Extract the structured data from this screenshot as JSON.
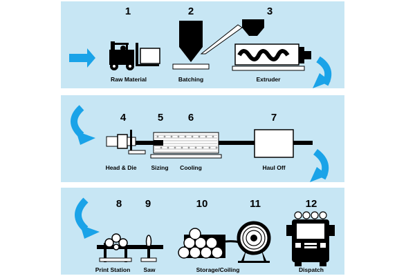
{
  "colors": {
    "panel_bg": "#c7e6f4",
    "arrow_blue": "#1aa3e8",
    "ink": "#000000"
  },
  "rows": [
    {
      "steps": [
        {
          "number": "1",
          "label": "Raw Material",
          "icon": "forklift-icon"
        },
        {
          "number": "2",
          "label": "Batching",
          "icon": "hopper-icon"
        },
        {
          "number": "3",
          "label": "Extruder",
          "icon": "extruder-icon"
        }
      ]
    },
    {
      "steps": [
        {
          "number": "4",
          "label": "Head & Die",
          "icon": "die-head-icon"
        },
        {
          "number": "5",
          "label": "Sizing",
          "icon": "sizing-icon"
        },
        {
          "number": "6",
          "label": "Cooling",
          "icon": "cooling-tank-icon"
        },
        {
          "number": "7",
          "label": "Haul Off",
          "icon": "haul-off-icon"
        }
      ]
    },
    {
      "steps": [
        {
          "number": "8",
          "label": "Print Station",
          "icon": "print-station-icon"
        },
        {
          "number": "9",
          "label": "Saw",
          "icon": "saw-icon"
        },
        {
          "number": "10",
          "label": "Storage/Coiling",
          "icon": "pipe-stack-icon"
        },
        {
          "number": "11",
          "label": "",
          "icon": "coil-reel-icon"
        },
        {
          "number": "12",
          "label": "Dispatch",
          "icon": "truck-icon"
        }
      ]
    }
  ]
}
